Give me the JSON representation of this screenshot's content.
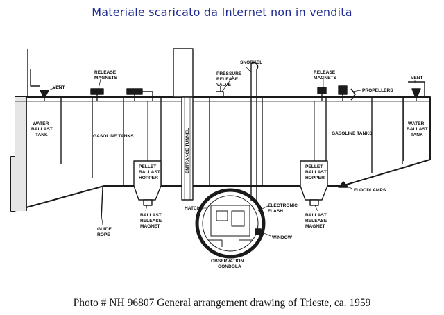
{
  "watermark": "Materiale scaricato da Internet non in vendita",
  "caption": "Photo #  NH 96807   General arrangement drawing of Trieste, ca. 1959",
  "labels": {
    "vent_left": "VENT",
    "release_magnets_left": [
      "RELEASE",
      "MAGNETS"
    ],
    "water_ballast_left": [
      "WATER",
      "BALLAST",
      "TANK"
    ],
    "gasoline_tanks_left": "GASOLINE TANKS",
    "pellet_hopper_left": [
      "PELLET",
      "BALLAST",
      "HOPPER"
    ],
    "guide_rope": [
      "GUIDE",
      "ROPE"
    ],
    "ballast_magnet_left": [
      "BALLAST",
      "RELEASE",
      "MAGNET"
    ],
    "entrance_tunnel": "ENTRANCE TUNNEL",
    "hatch": "HATCH",
    "snorkel": "SNORKEL",
    "pressure_valve": [
      "PRESSURE",
      "RELEASE",
      "VALVE"
    ],
    "release_magnets_right": [
      "RELEASE",
      "MAGNETS"
    ],
    "propellers": "PROPELLERS",
    "vent_right": "VENT",
    "water_ballast_right": [
      "WATER",
      "BALLAST",
      "TANK"
    ],
    "gasoline_tanks_right": "GASOLINE TANKS",
    "pellet_hopper_right": [
      "PELLET",
      "BALLAST",
      "HOPPER"
    ],
    "floodlamps": "FLOODLAMPS",
    "electronic_flash": [
      "ELECTRONIC",
      "FLASH"
    ],
    "ballast_magnet_right": [
      "BALLAST",
      "RELEASE",
      "MAGNET"
    ],
    "window": "WINDOW",
    "observation_gondola": [
      "OBSERVATION",
      "GONDOLA"
    ]
  }
}
